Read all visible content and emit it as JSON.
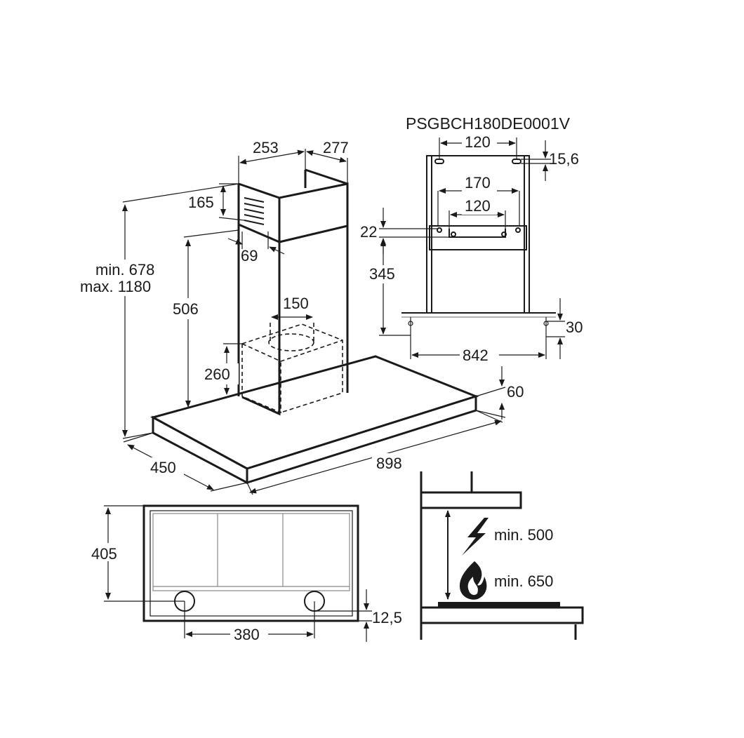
{
  "model_code": "PSGBCH180DE0001V",
  "dimensions": {
    "chimney_depth": "253",
    "chimney_width": "277",
    "vent_height": "165",
    "chimney_offset": "69",
    "height_range_min": "min. 678",
    "height_range_max": "max. 1180",
    "upper_height": "506",
    "outlet_diameter": "150",
    "motor_height": "260",
    "hood_depth": "450",
    "hood_width": "898",
    "hood_thickness": "60",
    "bracket_holes_spacing": "120",
    "bracket_offset": "15,6",
    "bracket_mid_width": "170",
    "bracket_inner_width": "120",
    "bracket_drop": "22",
    "bracket_height": "345",
    "hole_offset": "30",
    "mount_width": "842",
    "bottom_depth": "405",
    "filter_holes_spacing": "380",
    "filter_hole_offset": "12,5",
    "clearance_electric": "min. 500",
    "clearance_gas": "min. 650"
  },
  "icons": {
    "electric": "lightning-icon",
    "gas": "flame-icon"
  }
}
